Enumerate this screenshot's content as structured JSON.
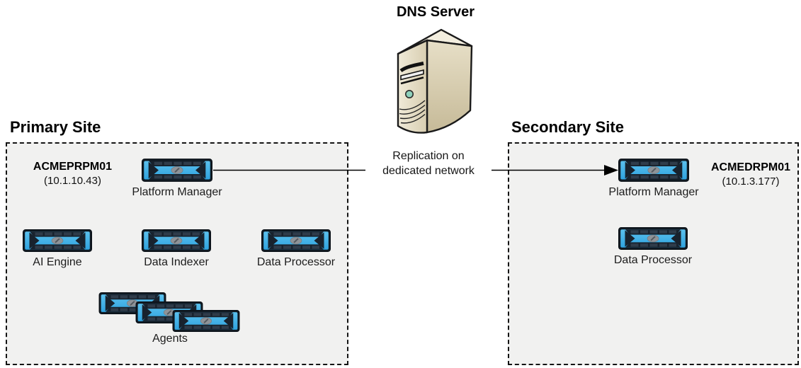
{
  "dns": {
    "label": "DNS Server"
  },
  "replication": {
    "line1": "Replication on",
    "line2": "dedicated network"
  },
  "primary": {
    "title": "Primary Site",
    "host_name": "ACMEPRPM01",
    "host_ip": "(10.1.10.43)",
    "nodes": {
      "platform_manager": "Platform Manager",
      "ai_engine": "AI Engine",
      "data_indexer": "Data Indexer",
      "data_processor": "Data Processor",
      "agents": "Agents"
    }
  },
  "secondary": {
    "title": "Secondary Site",
    "host_name": "ACMEDRPM01",
    "host_ip": "(10.1.3.177)",
    "nodes": {
      "platform_manager": "Platform Manager",
      "data_processor": "Data Processor"
    }
  },
  "icons": {
    "appliance": "appliance-rack-icon",
    "dns_server": "server-tower-icon",
    "arrow": "arrow-right-icon"
  },
  "colors": {
    "appliance_blue": "#41B2E8",
    "chassis_dark": "#16212C",
    "site_box_fill": "#F1F1F0",
    "server_beige": "#E9E2CD",
    "connector": "#000000"
  }
}
